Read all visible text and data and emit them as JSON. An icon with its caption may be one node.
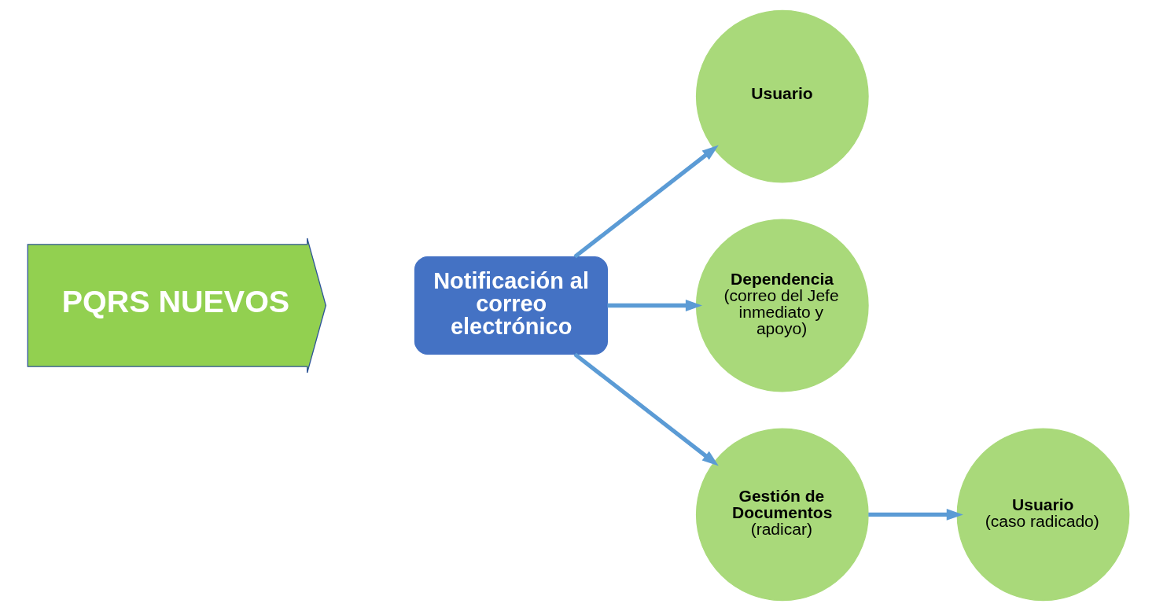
{
  "diagram": {
    "nodes": [
      {
        "text": [
          "PQRS NUEVOS"
        ]
      },
      {
        "text": [
          "Notificación al correo electrónico"
        ]
      },
      {
        "text": [
          "Usuario"
        ]
      },
      {
        "text": [
          "Dependencia",
          "(correo del Jefe inmediato y apoyo)"
        ]
      },
      {
        "text": [
          "Gestión de Documentos",
          "(radicar)"
        ]
      },
      {
        "text": [
          "Usuario",
          "(caso radicado)"
        ]
      }
    ],
    "edges": [
      {
        "from": 1,
        "to": 2,
        "arrow": "to"
      },
      {
        "from": 1,
        "to": 3,
        "arrow": "to"
      },
      {
        "from": 1,
        "to": 4,
        "arrow": "to"
      },
      {
        "from": 4,
        "to": 5,
        "arrow": "to"
      }
    ]
  }
}
